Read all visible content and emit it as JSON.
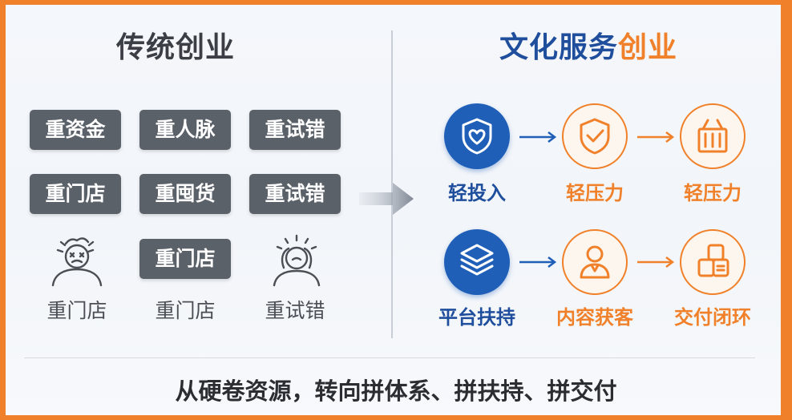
{
  "colors": {
    "frame": "#f0812a",
    "accent_blue": "#1f5fb8",
    "accent_orange": "#f0812a",
    "tag_gray": "#5b6169"
  },
  "left": {
    "title": "传统创业",
    "tags": [
      "重资金",
      "重人脉",
      "重试错",
      "重门店",
      "重囤货",
      "重试错",
      "重门店"
    ],
    "figures": [
      {
        "icon": "stressed-person-icon",
        "label": "重门店"
      },
      {
        "icon": "tired-person-icon",
        "label": "重门店"
      },
      {
        "icon": "frustrated-person-icon",
        "label": "重试错"
      }
    ]
  },
  "right": {
    "title_main": "文化服务",
    "title_highlight": "创业",
    "rows": [
      [
        {
          "icon": "shield-heart-icon",
          "label": "轻投入",
          "style": "blue"
        },
        {
          "icon": "shield-check-icon",
          "label": "轻压力",
          "style": "orange"
        },
        {
          "icon": "basket-icon",
          "label": "轻压力",
          "style": "orange"
        }
      ],
      [
        {
          "icon": "layers-icon",
          "label": "平台扶持",
          "style": "blue"
        },
        {
          "icon": "user-icon",
          "label": "内容获客",
          "style": "orange"
        },
        {
          "icon": "boxes-icon",
          "label": "交付闭环",
          "style": "orange"
        }
      ]
    ]
  },
  "bottom": {
    "text": "从硬卷资源，转向拼体系、拼扶持、拼交付"
  }
}
